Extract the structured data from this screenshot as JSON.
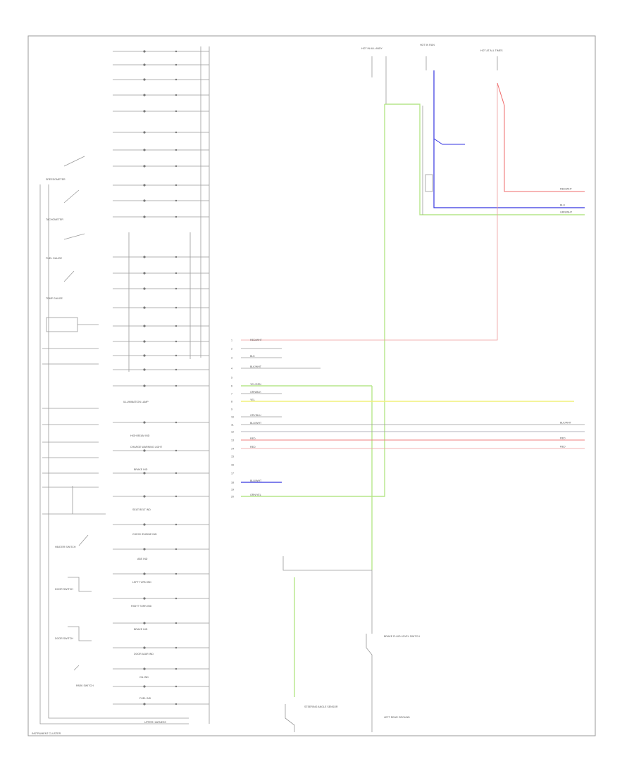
{
  "diagram": {
    "top_right_labels": [
      "HOT IN ALL ANDY",
      "HOT IN RUN",
      "HOT AT ALL TIMES"
    ],
    "left_gauges": [
      "SPEEDOMETER",
      "TACHOMETER",
      "FUEL GAUGE",
      "TEMP GAUGE"
    ],
    "left_switches": [
      "HEATER SWITCH",
      "DOOR SWITCH",
      "DOOR SWITCH",
      "PARK SWITCH"
    ],
    "panel_labels": [
      "ILLUMINATION LAMP",
      "HIGH BEAM IND",
      "CHARGE WARNING LIGHT",
      "BRAKE IND",
      "SEAT BELT IND",
      "CHECK ENGINE IND",
      "ABS IND",
      "LEFT TURN IND",
      "RIGHT TURN IND",
      "BRAKE IND",
      "DOOR AJAR IND",
      "OIL IND",
      "FUEL IND"
    ],
    "panel_bottom_label": "UPPER HARNESS",
    "cluster_label": "INSTRUMENT CLUSTER",
    "connector_pins": [
      "1",
      "2",
      "3",
      "4",
      "5",
      "6",
      "7",
      "8",
      "9",
      "10",
      "11",
      "12",
      "13",
      "14",
      "15",
      "16",
      "17",
      "18",
      "19",
      "20"
    ],
    "wire_colors": [
      "RED/WHT",
      "BLK",
      "BLK/WHT",
      "YEL/GRN",
      "GRN/BLK",
      "YEL",
      "GRY/BLU",
      "BLU/WHT",
      "RED",
      "RED",
      "BLU/WHT",
      "GRN/YEL"
    ],
    "right_wire_labels": [
      "RED/WHT",
      "BLU",
      "GRN/WHT",
      "BLK/WHT",
      "RED",
      "RED"
    ],
    "bottom_components": [
      "STEERING ANGLE SENSOR",
      "BRAKE FLUID LEVEL SWITCH",
      "LEFT REAR GROUND"
    ]
  },
  "colors": {
    "red": "#ef6b6b",
    "blue": "#3535e0",
    "green": "#b6e68a",
    "yellow": "#f0f07a",
    "line": "#8a8a8a"
  }
}
